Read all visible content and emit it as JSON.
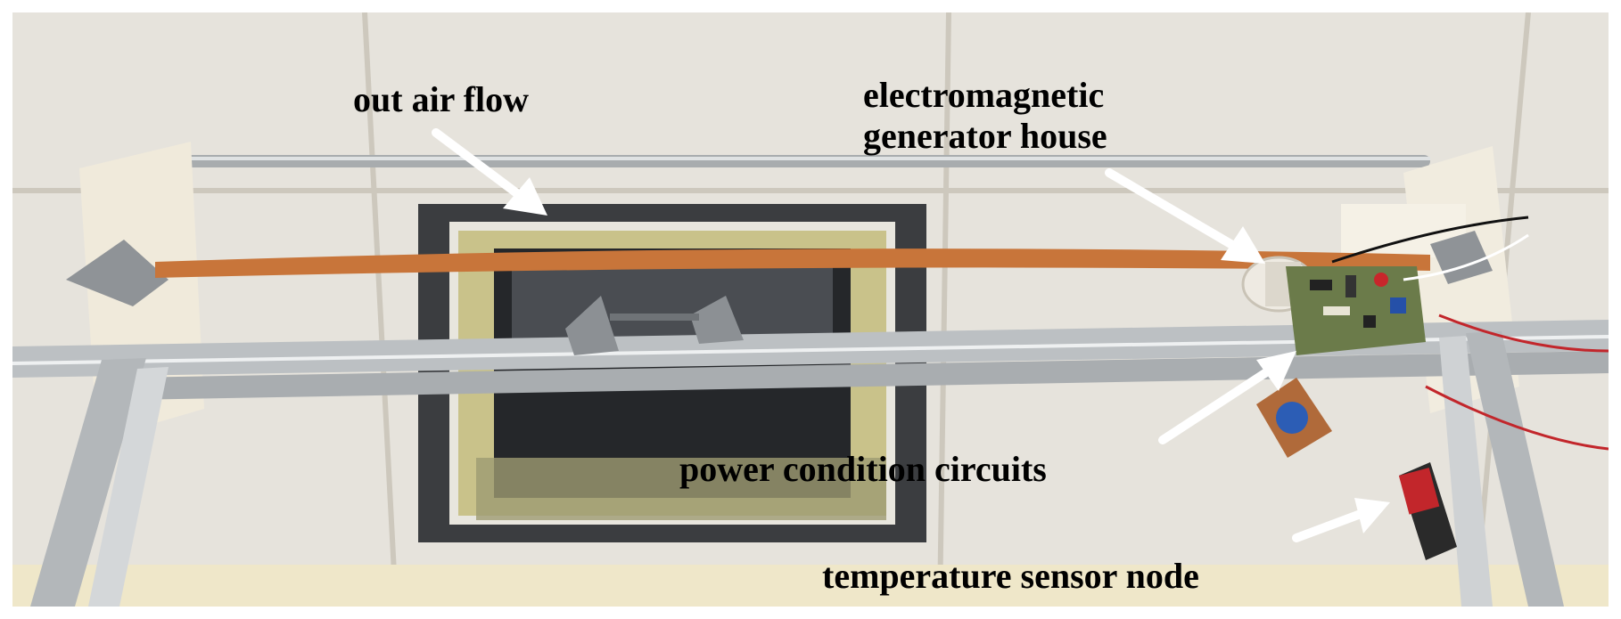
{
  "photo": {
    "subject": "ceiling-mounted-harvester-setup",
    "colors": {
      "ceiling": "#e9e6df",
      "tile_grid": "#cfcac0",
      "vent": "#2a2b2e",
      "insulation": "#c9c28a",
      "belt": "#c8753a",
      "rail": "#b8bcbf",
      "bracket": "#efe9d9",
      "pcb": "#6b7b4a",
      "sensor_board": "#c2262b",
      "arrow": "#ffffff"
    }
  },
  "annotations": {
    "out_air_flow": "out air flow",
    "generator_line1": "electromagnetic",
    "generator_line2": "generator house",
    "power_circuits": "power condition circuits",
    "temperature_node": "temperature sensor node"
  }
}
